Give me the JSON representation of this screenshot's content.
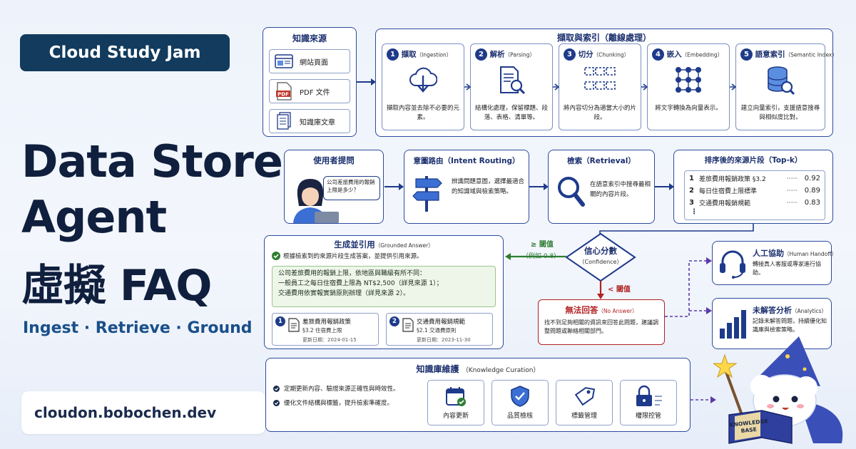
{
  "brand": "Cloud Study Jam",
  "title": {
    "line1": "Data Store",
    "line2": "Agent",
    "line3": "虛擬 FAQ"
  },
  "tagline": "Ingest · Retrieve · Ground",
  "url": "cloudon.bobochen.dev",
  "sources": {
    "title": "知識來源",
    "items": [
      {
        "label": "網站頁面",
        "icon": "webpage-icon"
      },
      {
        "label": "PDF 文件",
        "icon": "pdf-icon",
        "badge": "PDF"
      },
      {
        "label": "知識庫文章",
        "icon": "article-icon"
      }
    ]
  },
  "ingest": {
    "title": "擷取與索引（離線處理）",
    "steps": [
      {
        "n": "1",
        "name": "擷取",
        "en": "（Ingestion）",
        "desc": "擷取內容並去除不必要的元素。",
        "icon": "cloud-download-icon"
      },
      {
        "n": "2",
        "name": "解析",
        "en": "（Parsing）",
        "desc": "結構化處理，保留標題、段落、表格、清單等。",
        "icon": "document-search-icon"
      },
      {
        "n": "3",
        "name": "切分",
        "en": "（Chunking）",
        "desc": "將內容切分為適當大小的片段。",
        "icon": "chunk-icon"
      },
      {
        "n": "4",
        "name": "嵌入",
        "en": "（Embedding）",
        "desc": "將文字轉換為向量表示。",
        "icon": "embedding-grid-icon"
      },
      {
        "n": "5",
        "name": "語意索引",
        "en": "（Semantic Index）",
        "desc": "建立向量索引，支援語意搜尋與相似度比對。",
        "icon": "database-search-icon"
      }
    ]
  },
  "user": {
    "title": "使用者提問",
    "question": "公司差旅費用的報銷上限是多少？"
  },
  "intent": {
    "title": "意圖路由（Intent Routing）",
    "desc": "辨識問題意圖，選擇最適合的知識域與檢索策略。"
  },
  "retrieval": {
    "title": "檢索（Retrieval）",
    "desc": "在語意索引中搜尋最相關的內容片段。"
  },
  "topk": {
    "title": "排序後的來源片段（Top-k）",
    "rows": [
      {
        "rank": "1",
        "label": "差旅費用報銷政策 §3.2",
        "score": "0.92"
      },
      {
        "rank": "2",
        "label": "每日住宿費上限標準",
        "score": "0.89"
      },
      {
        "rank": "3",
        "label": "交通費用報銷規範",
        "score": "0.83"
      }
    ],
    "more": "⋮"
  },
  "confidence": {
    "title": "信心分數",
    "en": "（Confidence）",
    "high": "≥ 閾值",
    "high_ex": "（例如 0.8）",
    "low": "< 閾值"
  },
  "answer": {
    "title": "生成並引用",
    "en": "（Grounded Answer）",
    "check": "根據檢索到的來源片段生成答案，並提供引用來源。",
    "lines": [
      "公司差旅費用的報銷上限，依地區與職級有所不同：",
      "一般員工之每日住宿費上限為 NT$2,500（詳見來源 1）；",
      "交通費用依實報實銷原則辦理（詳見來源 2）。"
    ],
    "cites": [
      {
        "n": "1",
        "title": "差旅費用報銷政策",
        "sub": "§3.2 住宿費上限",
        "date": "更新日期：2024-01-15"
      },
      {
        "n": "2",
        "title": "交通費用報銷規範",
        "sub": "§2.1 交通費原則",
        "date": "更新日期：2023-11-30"
      }
    ]
  },
  "noanswer": {
    "title": "無法回答",
    "en": "（No Answer）",
    "desc": "找不到足夠相關的資訊來回答此問題，建議調整問題或聯絡相關部門。"
  },
  "handoff": {
    "title": "人工協助",
    "en": "（Human Handoff）",
    "desc": "轉接真人客服或專家進行協助。"
  },
  "analytics": {
    "title": "未解答分析",
    "en": "（Analytics）",
    "desc": "記錄未解答問題，持續優化知識庫與檢索策略。"
  },
  "curation": {
    "title": "知識庫維護",
    "en": "（Knowledge Curation）",
    "bullets": [
      "定期更新內容、驗證來源正確性與時效性。",
      "優化文件結構與標籤，提升檢索準確度。"
    ],
    "items": [
      {
        "label": "內容更新",
        "icon": "calendar-check-icon"
      },
      {
        "label": "品質檢核",
        "icon": "shield-check-icon"
      },
      {
        "label": "標籤管理",
        "icon": "tag-icon"
      },
      {
        "label": "權限控管",
        "icon": "lock-icon"
      }
    ]
  },
  "mascot": {
    "book_line1": "KNOWLEDGE",
    "book_line2": "BASE"
  }
}
